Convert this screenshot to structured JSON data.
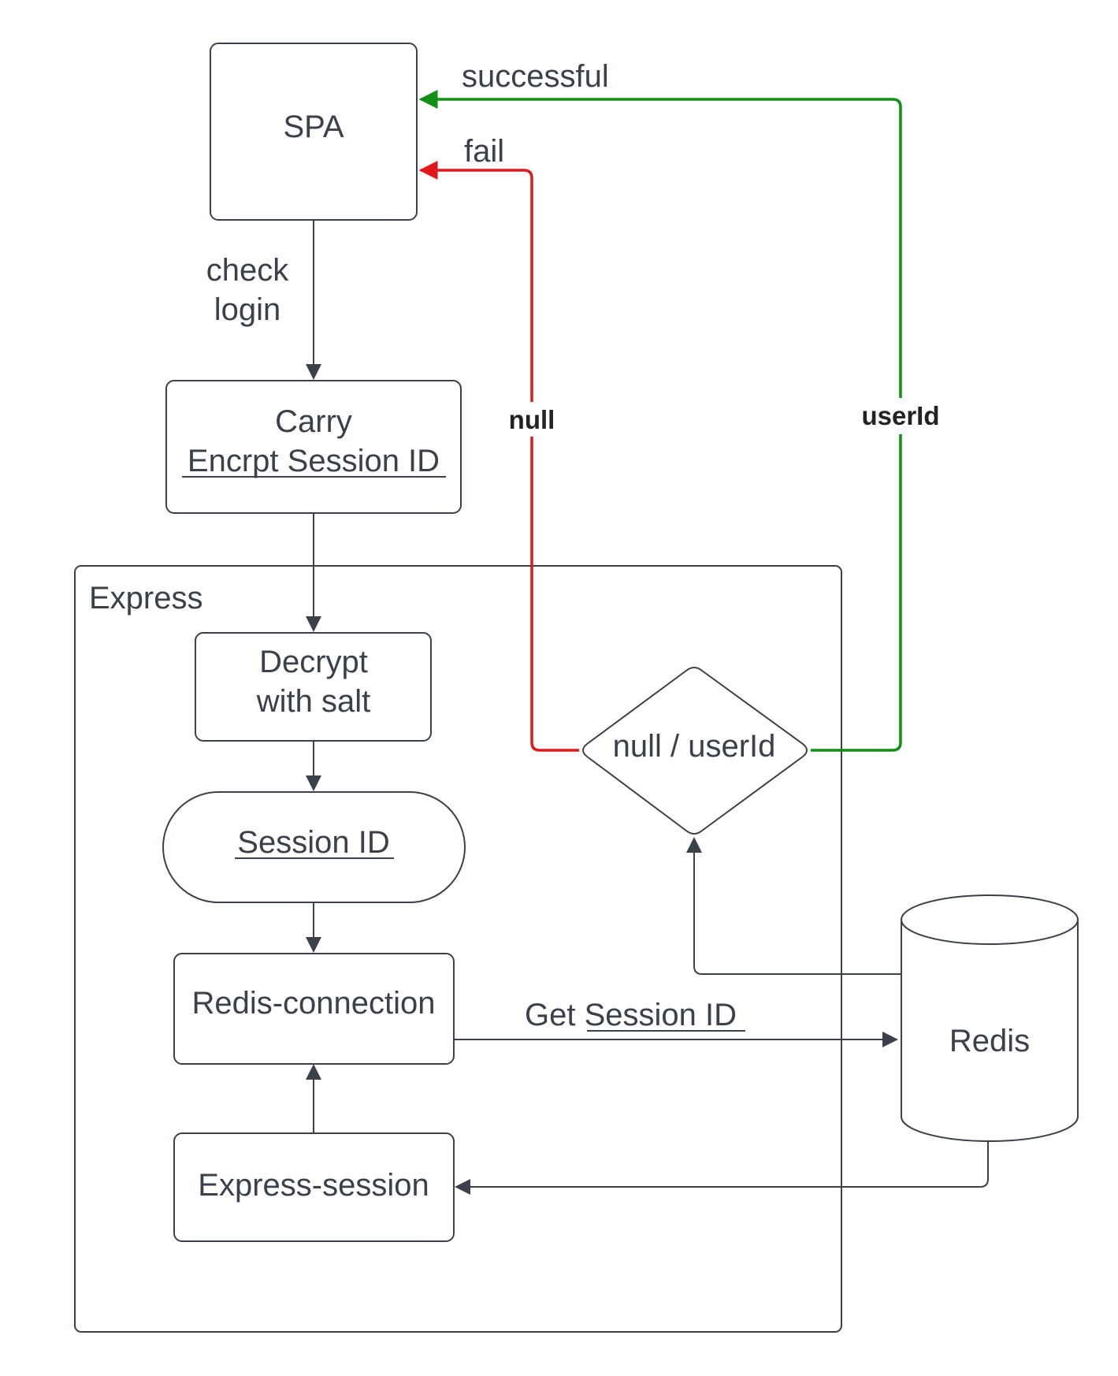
{
  "nodes": {
    "spa": "SPA",
    "carry_line1": "Carry",
    "carry_line2": "Encrpt Session ID",
    "express_container": "Express",
    "decrypt_line1": "Decrypt",
    "decrypt_line2": "with salt",
    "session_id": "Session ID",
    "redis_connection": "Redis-connection",
    "express_session": "Express-session",
    "decision": "null / userId",
    "redis": "Redis"
  },
  "edge_labels": {
    "check_line1": "check",
    "check_line2": "login",
    "successful": "successful",
    "fail": "fail",
    "null": "null",
    "userid": "userId",
    "get_prefix": "Get ",
    "get_session": "Session ID"
  },
  "colors": {
    "stroke": "#3a414a",
    "fail_edge": "#e0191c",
    "success_edge": "#118f17"
  }
}
